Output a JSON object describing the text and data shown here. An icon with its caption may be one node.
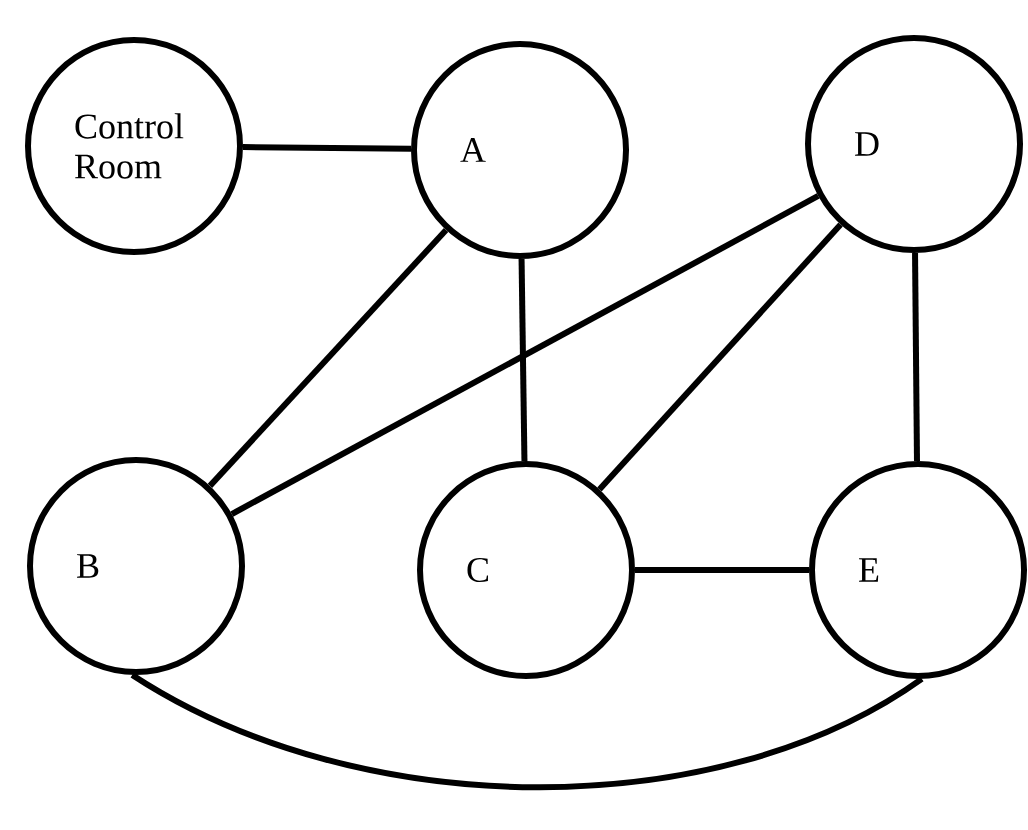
{
  "diagram": {
    "nodes": [
      {
        "text": [
          "Control Room"
        ]
      },
      {
        "text": [
          "A"
        ]
      },
      {
        "text": [
          "D"
        ]
      },
      {
        "text": [
          "B"
        ]
      },
      {
        "text": [
          "C"
        ]
      },
      {
        "text": [
          "E"
        ]
      }
    ],
    "edges": [
      {
        "from": 0,
        "to": 1,
        "arrow": "none"
      },
      {
        "from": 1,
        "to": 3,
        "arrow": "none"
      },
      {
        "from": 1,
        "to": 4,
        "arrow": "none"
      },
      {
        "from": 2,
        "to": 3,
        "arrow": "none"
      },
      {
        "from": 2,
        "to": 4,
        "arrow": "none"
      },
      {
        "from": 2,
        "to": 5,
        "arrow": "none"
      },
      {
        "from": 4,
        "to": 5,
        "arrow": "none"
      },
      {
        "from": 3,
        "to": 5,
        "arrow": "none"
      }
    ]
  }
}
